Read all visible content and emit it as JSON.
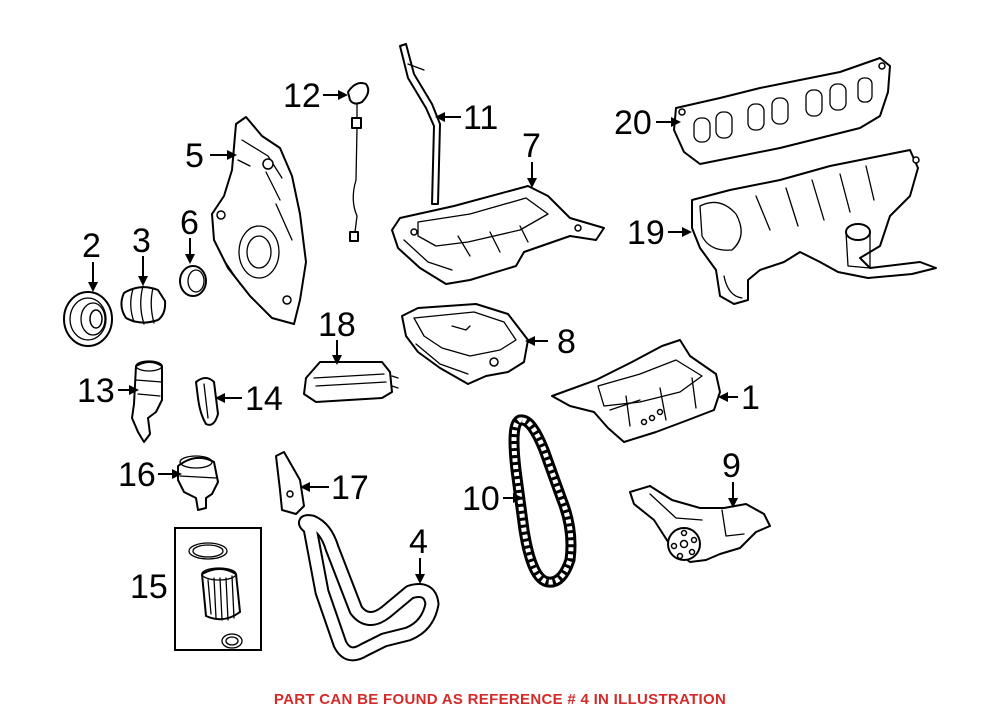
{
  "diagram": {
    "callouts": {
      "c1": "1",
      "c2": "2",
      "c3": "3",
      "c4": "4",
      "c5": "5",
      "c6": "6",
      "c7": "7",
      "c8": "8",
      "c9": "9",
      "c10": "10",
      "c11": "11",
      "c12": "12",
      "c13": "13",
      "c14": "14",
      "c15": "15",
      "c16": "16",
      "c17": "17",
      "c18": "18",
      "c19": "19",
      "c20": "20"
    }
  },
  "caption": {
    "text": "PART CAN BE FOUND AS REFERENCE # 4 IN ILLUSTRATION",
    "color": "#d42a2a"
  },
  "colors": {
    "line": "#000000",
    "background": "#ffffff"
  }
}
